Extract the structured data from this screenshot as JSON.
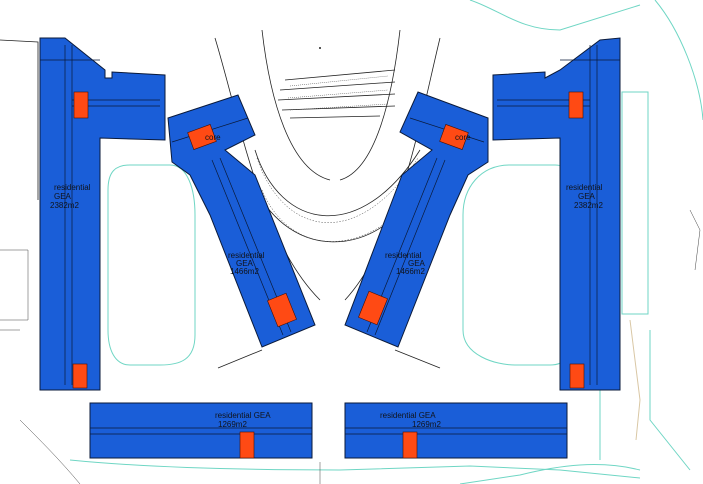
{
  "blocks": {
    "west_tower": {
      "line1": "residential",
      "line2": "GEA",
      "line3": "2382m2"
    },
    "east_tower": {
      "line1": "residential",
      "line2": "GEA",
      "line3": "2382m2"
    },
    "west_wing": {
      "line1": "residential",
      "line2": "GEA",
      "line3": "1466m2"
    },
    "east_wing": {
      "line1": "residential",
      "line2": "GEA",
      "line3": "1466m2"
    },
    "south_west": {
      "line1": "residential  GEA",
      "line2": "1269m2"
    },
    "south_east": {
      "line1": "residential  GEA",
      "line2": "1269m2"
    }
  },
  "cores": {
    "west": "core",
    "east": "core"
  },
  "colors": {
    "block": "#1a5ed8",
    "core": "#ff4a14",
    "site": "#6fd6c4"
  }
}
